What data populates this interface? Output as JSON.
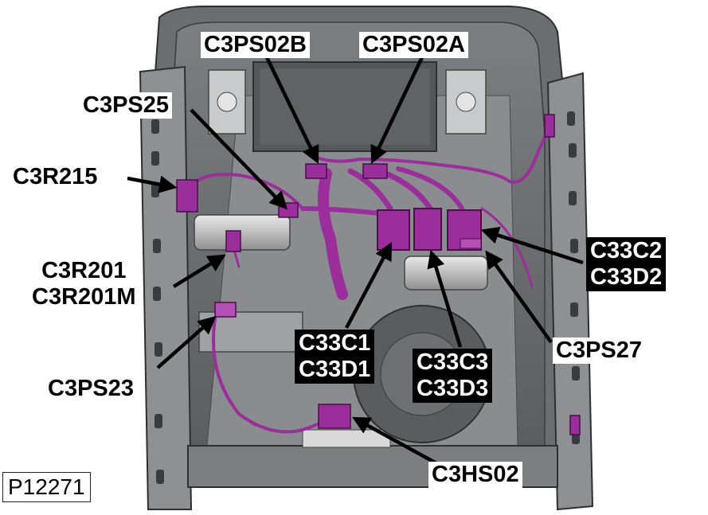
{
  "figure_id": "P12271",
  "colors": {
    "harness": "#9a2e9a",
    "harness_dark": "#6a106a",
    "frame": "#6d6f73",
    "frame_dark": "#3a3b3e",
    "panel": "#9ea0a4",
    "label_dark_bg": "#000000",
    "label_light_bg": "#ffffff"
  },
  "callouts": [
    {
      "id": "c3ps02b",
      "lines": [
        "C3PS02B"
      ],
      "style": "light"
    },
    {
      "id": "c3ps02a",
      "lines": [
        "C3PS02A"
      ],
      "style": "light"
    },
    {
      "id": "c3ps25",
      "lines": [
        "C3PS25"
      ],
      "style": "light"
    },
    {
      "id": "c3r215",
      "lines": [
        "C3R215"
      ],
      "style": "light"
    },
    {
      "id": "c3r201",
      "lines": [
        "C3R201",
        "C3R201M"
      ],
      "style": "light"
    },
    {
      "id": "c3ps23",
      "lines": [
        "C3PS23"
      ],
      "style": "light"
    },
    {
      "id": "c33c1",
      "lines": [
        "C33C1",
        "C33D1"
      ],
      "style": "dark"
    },
    {
      "id": "c33c3",
      "lines": [
        "C33C3",
        "C33D3"
      ],
      "style": "dark"
    },
    {
      "id": "c33c2",
      "lines": [
        "C33C2",
        "C33D2"
      ],
      "style": "dark"
    },
    {
      "id": "c3ps27",
      "lines": [
        "C3PS27"
      ],
      "style": "light"
    },
    {
      "id": "c3hs02",
      "lines": [
        "C3HS02"
      ],
      "style": "light"
    }
  ]
}
